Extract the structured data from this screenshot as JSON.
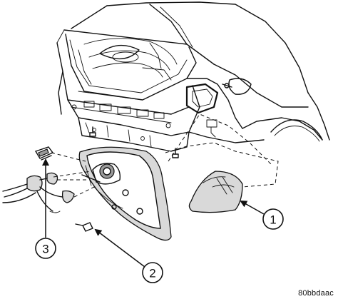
{
  "callouts": [
    {
      "label": "1"
    },
    {
      "label": "2"
    },
    {
      "label": "3"
    }
  ],
  "reference_code": "80bbdaac",
  "colors": {
    "ink": "#111111",
    "background": "#ffffff",
    "lens_shade": "#d9d9d9"
  }
}
